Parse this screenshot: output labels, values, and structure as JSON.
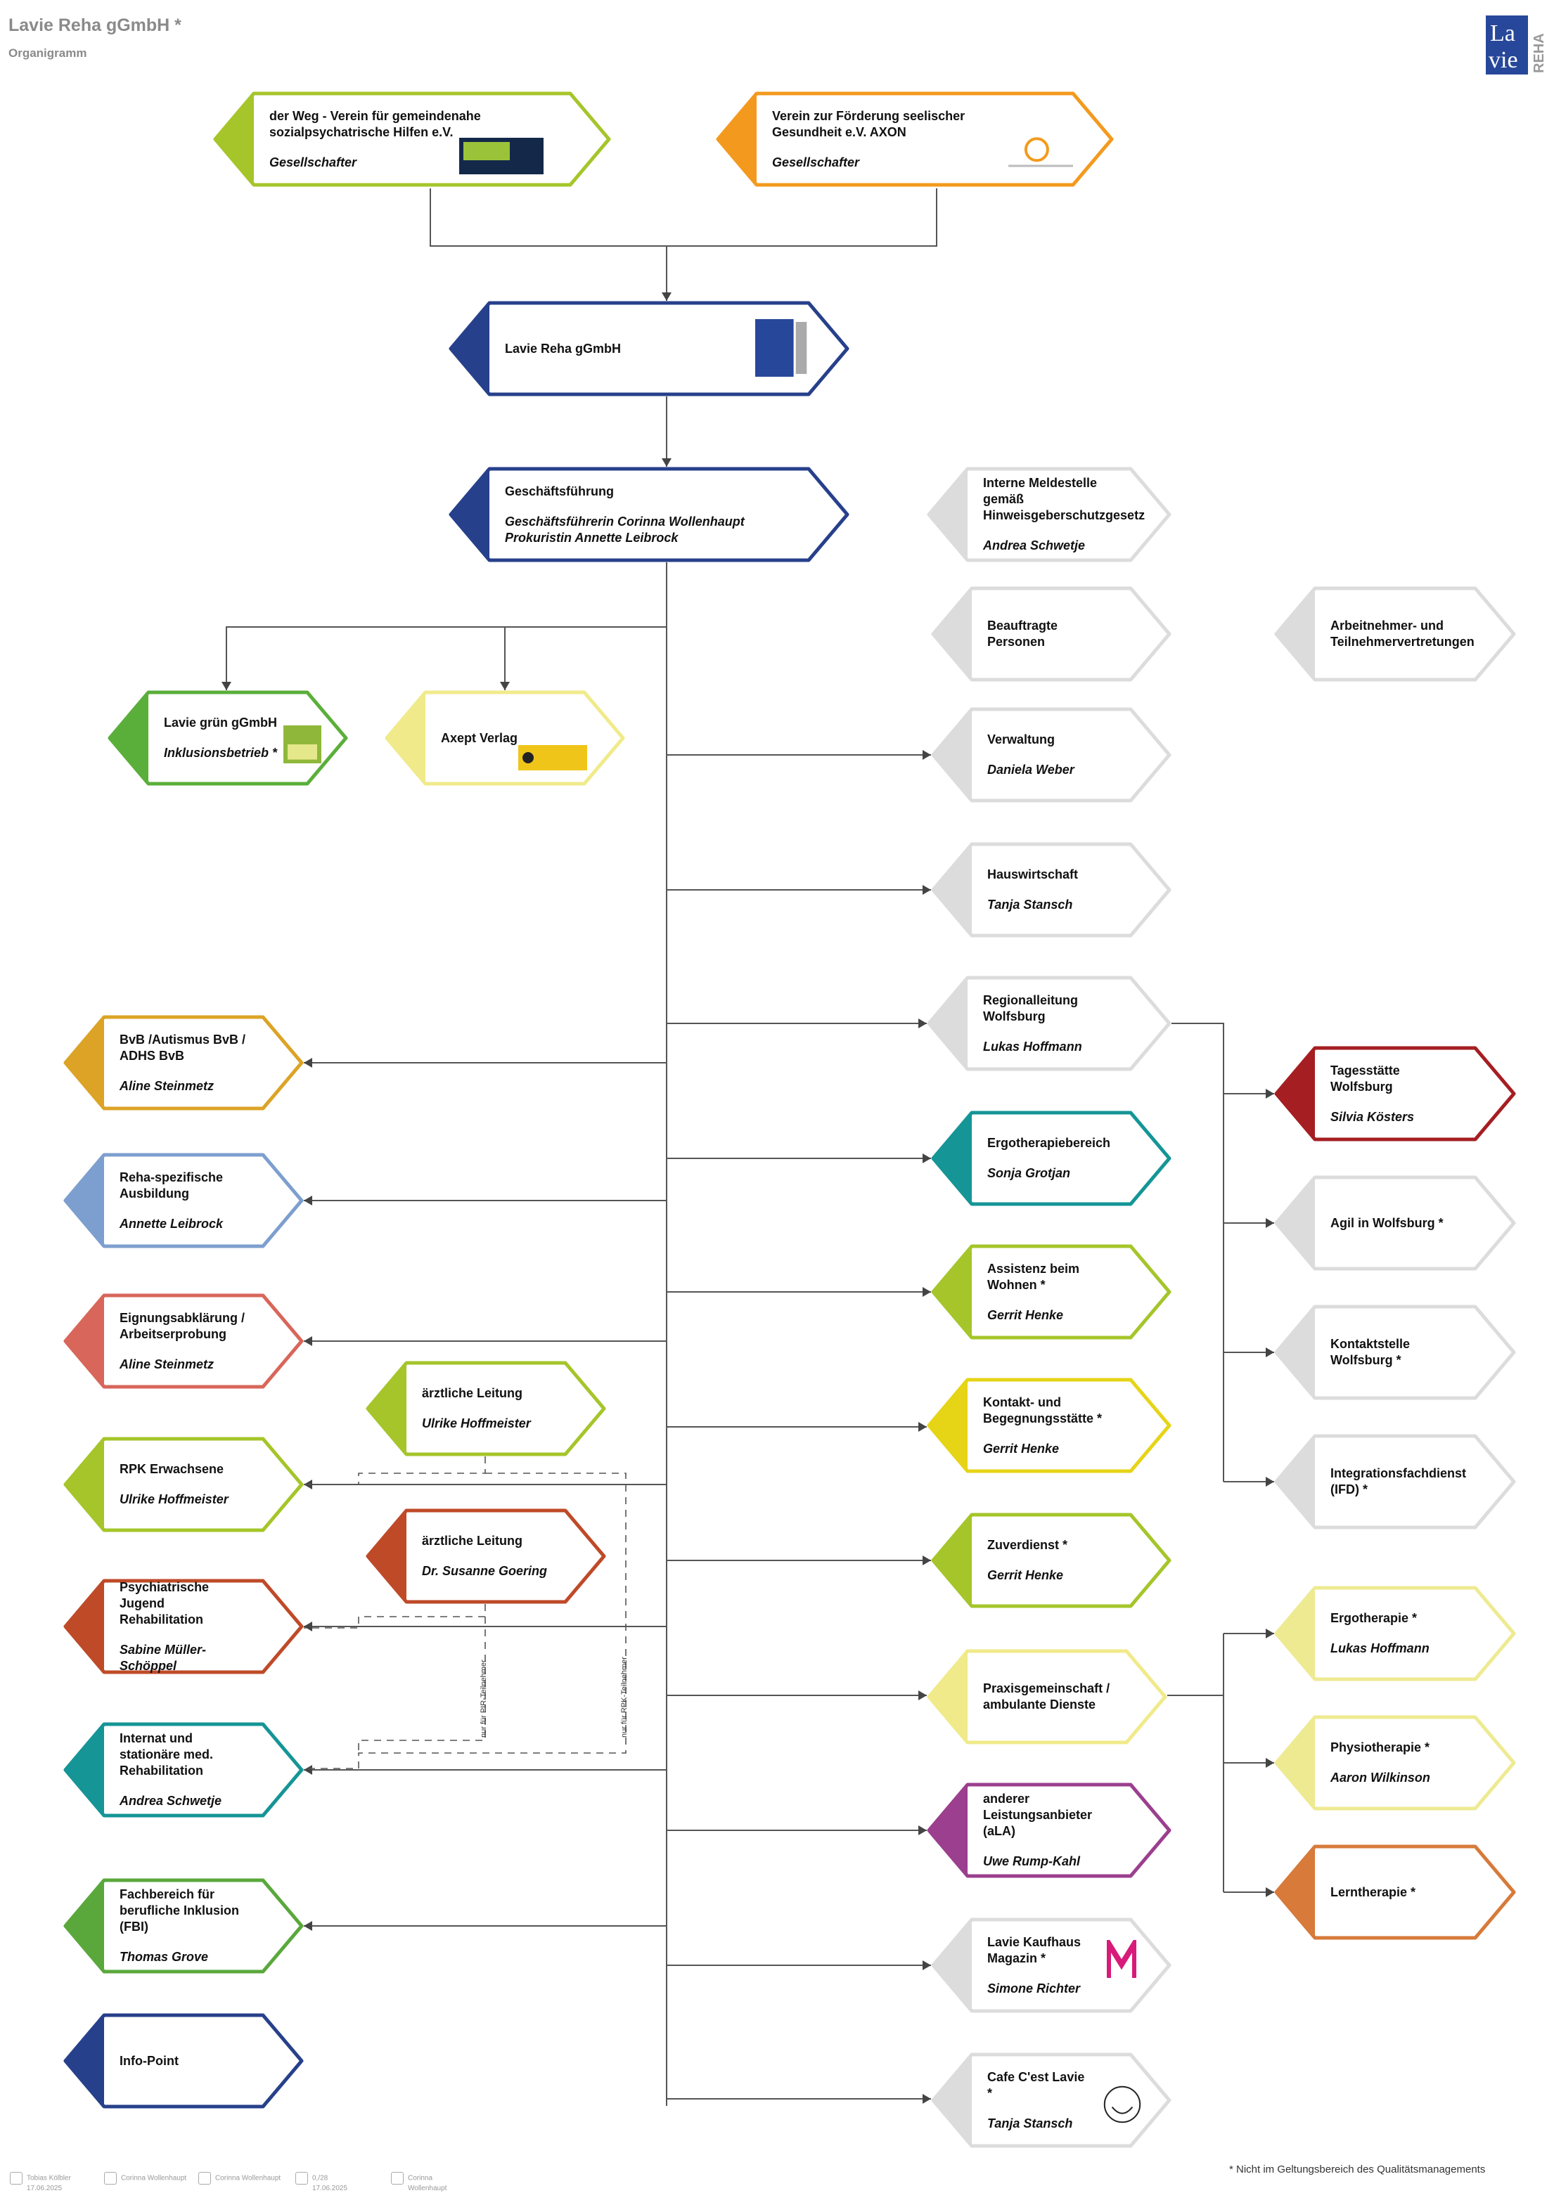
{
  "header": {
    "title": "Lavie Reha gGmbH *",
    "subtitle": "Organigramm"
  },
  "logo": {
    "line1": "La",
    "line2": "vie",
    "side": "REHA",
    "color": "#27489a"
  },
  "footnote": "* Nicht im Geltungsbereich des Qualitätsmanagements",
  "footer_stamps": [
    {
      "name": "Tobias Kölbler",
      "date": "17.06.2025"
    },
    {
      "name": "Corinna Wollenhaupt",
      "date": ""
    },
    {
      "name": "Corinna Wollenhaupt",
      "date": ""
    },
    {
      "name": "0,/28",
      "date": "17.06.2025"
    },
    {
      "name": "Corinna",
      "date": "Wollenhaupt"
    }
  ],
  "connector_labels": {
    "pir": "nur für PIR-Teilnehmer",
    "rpk": "nur für RPK-Teilnehmer"
  },
  "colors": {
    "lime": "#a5c52a",
    "orange": "#f39a1e",
    "navy": "#27408b",
    "green": "#5aaf3a",
    "paleyellow": "#f0ea8a",
    "gold": "#dca326",
    "steel": "#7d9fcf",
    "salmon": "#d8665a",
    "rust": "#bf4a28",
    "teal": "#159596",
    "fbigreen": "#5aa83c",
    "grey": "#dcdcdc",
    "darkred": "#a51e22",
    "yellow": "#e6d417",
    "purple": "#9b3f8e",
    "ergoyellow": "#eeea92",
    "lernorange": "#d77a3a"
  },
  "nodes": [
    {
      "id": "derweg",
      "title": "der Weg - Verein für gemeindenahe sozialpsychatrische Hilfen e.V.",
      "sub": "Gesellschafter",
      "color": "lime",
      "logo": "der weg"
    },
    {
      "id": "axon",
      "title": "Verein zur Förderung seelischer Gesundheit e.V. AXON",
      "sub": "Gesellschafter",
      "color": "orange",
      "logo": "axon"
    },
    {
      "id": "lavie",
      "title": "Lavie Reha gGmbH",
      "sub": "",
      "color": "navy",
      "logo": "lavie"
    },
    {
      "id": "gf",
      "title": "Geschäftsführung",
      "sub": "Geschäftsführerin Corinna Wollenhaupt\nProkuristin Annette Leibrock",
      "color": "navy"
    },
    {
      "id": "meldestelle",
      "title": "Interne Meldestelle gemäß Hinweisgeberschutzgesetz",
      "sub": "Andrea Schwetje",
      "color": "grey"
    },
    {
      "id": "beauftragte",
      "title": "Beauftragte Personen",
      "sub": "",
      "color": "grey"
    },
    {
      "id": "arbeitnehmer",
      "title": "Arbeitnehmer- und Teilnehmervertretungen",
      "sub": "",
      "color": "grey"
    },
    {
      "id": "gruen",
      "title": "Lavie grün gGmbH",
      "sub": "Inklusionsbetrieb *",
      "color": "green",
      "logo": "lavie-gruen"
    },
    {
      "id": "axept",
      "title": "Axept Verlag",
      "sub": "",
      "color": "paleyellow",
      "logo": "axept"
    },
    {
      "id": "verwaltung",
      "title": "Verwaltung",
      "sub": "Daniela Weber",
      "color": "grey"
    },
    {
      "id": "hauswirtschaft",
      "title": "Hauswirtschaft",
      "sub": "Tanja Stansch",
      "color": "grey"
    },
    {
      "id": "regional",
      "title": "Regionalleitung Wolfsburg",
      "sub": "Lukas Hoffmann",
      "color": "grey"
    },
    {
      "id": "bvb",
      "title": "BvB /Autismus BvB / ADHS BvB",
      "sub": "Aline Steinmetz",
      "color": "gold"
    },
    {
      "id": "reha",
      "title": "Reha-spezifische Ausbildung",
      "sub": "Annette Leibrock",
      "color": "steel"
    },
    {
      "id": "eignung",
      "title": "Eignungsabklärung / Arbeitserprobung",
      "sub": "Aline Steinmetz",
      "color": "salmon"
    },
    {
      "id": "aerztlich1",
      "title": "ärztliche Leitung",
      "sub": "Ulrike Hoffmeister",
      "color": "lime"
    },
    {
      "id": "rpk",
      "title": "RPK Erwachsene",
      "sub": "Ulrike Hoffmeister",
      "color": "lime"
    },
    {
      "id": "aerztlich2",
      "title": "ärztliche Leitung",
      "sub": "Dr. Susanne Goering",
      "color": "rust"
    },
    {
      "id": "jugend",
      "title": "Psychiatrische Jugend Rehabilitation",
      "sub": "Sabine Müller-Schöppel",
      "color": "rust"
    },
    {
      "id": "internat",
      "title": "Internat und stationäre med.  Rehabilitation",
      "sub": "Andrea Schwetje",
      "color": "teal"
    },
    {
      "id": "fbi",
      "title": "Fachbereich für berufliche Inklusion (FBI)",
      "sub": "Thomas Grove",
      "color": "fbigreen"
    },
    {
      "id": "infopoint",
      "title": "Info-Point",
      "sub": "",
      "color": "navy"
    },
    {
      "id": "ergobereich",
      "title": "Ergotherapiebereich",
      "sub": "Sonja Grotjan",
      "color": "teal"
    },
    {
      "id": "assistenz",
      "title": "Assistenz beim Wohnen *",
      "sub": "Gerrit Henke",
      "color": "lime"
    },
    {
      "id": "kontakt",
      "title": "Kontakt- und Begegnungsstätte *",
      "sub": "Gerrit Henke",
      "color": "yellow"
    },
    {
      "id": "zuverdienst",
      "title": "Zuverdienst *",
      "sub": "Gerrit Henke",
      "color": "lime"
    },
    {
      "id": "praxis",
      "title": "Praxisgemeinschaft / ambulante Dienste",
      "sub": "",
      "color": "paleyellow"
    },
    {
      "id": "ala",
      "title": "anderer Leistungsanbieter (aLA)",
      "sub": "Uwe Rump-Kahl",
      "color": "purple"
    },
    {
      "id": "kaufhaus",
      "title": "Lavie Kaufhaus Magazin *",
      "sub": "Simone Richter",
      "color": "grey",
      "logo": "M"
    },
    {
      "id": "cafe",
      "title": "Cafe C'est Lavie *",
      "sub": "Tanja Stansch",
      "color": "grey",
      "logo": "cafe"
    },
    {
      "id": "tages",
      "title": "Tagesstätte Wolfsburg",
      "sub": "Silvia Kösters",
      "color": "darkred"
    },
    {
      "id": "agil",
      "title": "Agil in Wolfsburg *",
      "sub": "",
      "color": "grey"
    },
    {
      "id": "kontaktstelle",
      "title": "Kontaktstelle Wolfsburg *",
      "sub": "",
      "color": "grey"
    },
    {
      "id": "ifd",
      "title": "Integrationsfachdienst (IFD) *",
      "sub": "",
      "color": "grey"
    },
    {
      "id": "ergo",
      "title": "Ergotherapie *",
      "sub": "Lukas Hoffmann",
      "color": "ergoyellow"
    },
    {
      "id": "physio",
      "title": "Physiotherapie *",
      "sub": "Aaron Wilkinson",
      "color": "ergoyellow"
    },
    {
      "id": "lern",
      "title": "Lerntherapie *",
      "sub": "",
      "color": "lernorange"
    }
  ]
}
